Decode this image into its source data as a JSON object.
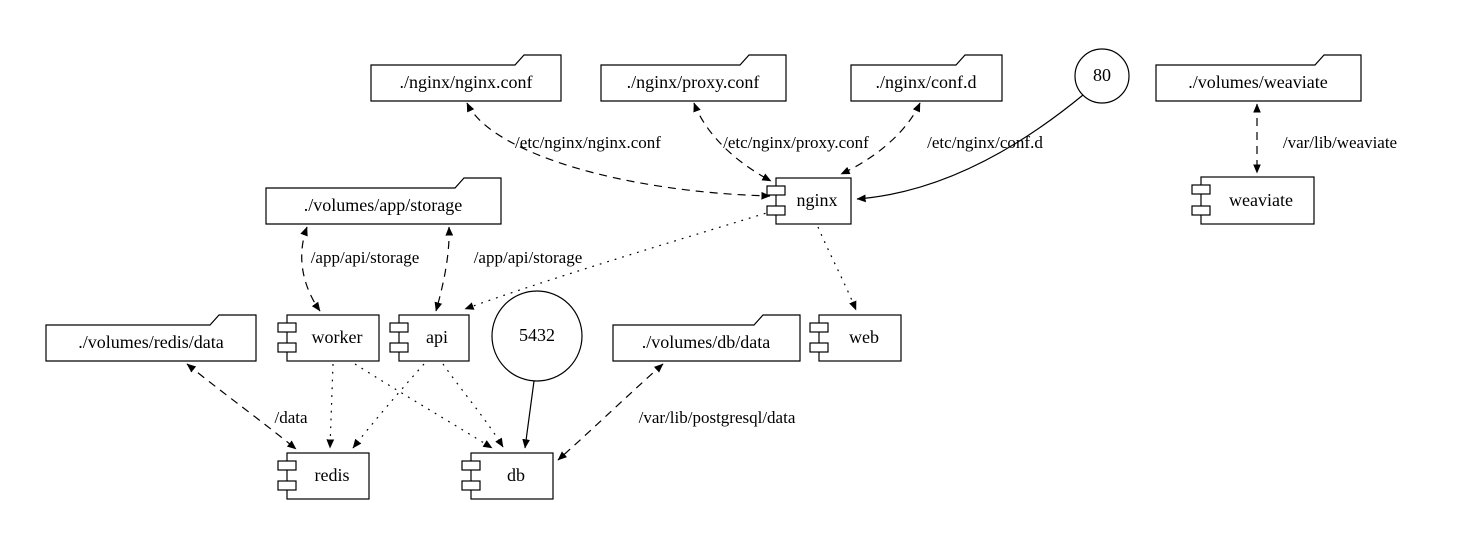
{
  "diagram": {
    "background_color": "#ffffff",
    "stroke_color": "#000000",
    "nodes": {
      "nginx_conf_vol": {
        "label": "./nginx/nginx.conf",
        "type": "folder"
      },
      "proxy_conf_vol": {
        "label": "./nginx/proxy.conf",
        "type": "folder"
      },
      "conf_d_vol": {
        "label": "./nginx/conf.d",
        "type": "folder"
      },
      "port_80": {
        "label": "80",
        "type": "port"
      },
      "weaviate_vol": {
        "label": "./volumes/weaviate",
        "type": "folder"
      },
      "app_storage_vol": {
        "label": "./volumes/app/storage",
        "type": "folder"
      },
      "nginx": {
        "label": "nginx",
        "type": "service"
      },
      "weaviate": {
        "label": "weaviate",
        "type": "service"
      },
      "redis_data_vol": {
        "label": "./volumes/redis/data",
        "type": "folder"
      },
      "worker": {
        "label": "worker",
        "type": "service"
      },
      "api": {
        "label": "api",
        "type": "service"
      },
      "port_5432": {
        "label": "5432",
        "type": "port"
      },
      "db_data_vol": {
        "label": "./volumes/db/data",
        "type": "folder"
      },
      "web": {
        "label": "web",
        "type": "service"
      },
      "redis": {
        "label": "redis",
        "type": "service"
      },
      "db": {
        "label": "db",
        "type": "service"
      }
    },
    "edge_labels": {
      "nginx_conf_mount": "/etc/nginx/nginx.conf",
      "proxy_conf_mount": "/etc/nginx/proxy.conf",
      "conf_d_mount": "/etc/nginx/conf.d",
      "weaviate_mount": "/var/lib/weaviate",
      "worker_storage_mount": "/app/api/storage",
      "api_storage_mount": "/app/api/storage",
      "redis_mount": "/data",
      "db_mount": "/var/lib/postgresql/data"
    }
  }
}
